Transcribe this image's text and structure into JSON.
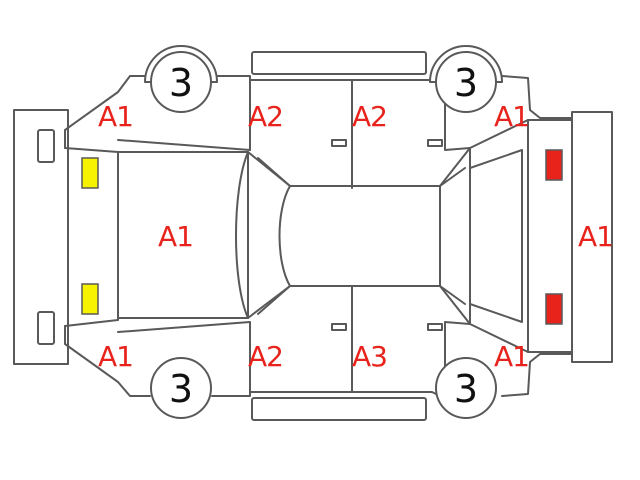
{
  "diagram": {
    "colors": {
      "line": "#595959",
      "damage_label": "#e8231c",
      "front_light": "#f7f200",
      "rear_light": "#e8231c",
      "tire_number": "#111111"
    },
    "tire_numbers": {
      "front_left": "3",
      "rear_left": "3",
      "front_right": "3",
      "rear_right": "3"
    },
    "damage_labels": {
      "front_left_fender": "A1",
      "front_left_door": "A2",
      "rear_left_door": "A2",
      "rear_left_quarter": "A1",
      "hood": "A1",
      "rear_bumper": "A1",
      "front_right_fender": "A1",
      "front_right_door": "A2",
      "rear_right_door": "A3",
      "rear_right_quarter": "A1"
    }
  }
}
